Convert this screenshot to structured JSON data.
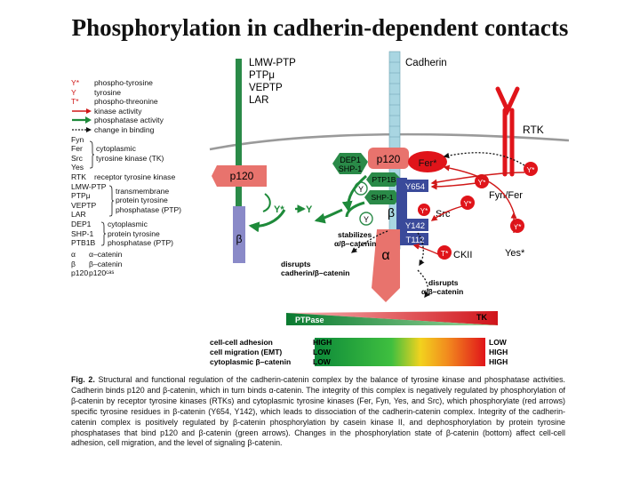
{
  "slide_title": "Phosphorylation in cadherin-dependent contacts",
  "legend": {
    "keys": [
      {
        "key": "Y*",
        "text": "phospho-tyrosine",
        "color": "#d01818"
      },
      {
        "key": "Y",
        "text": "tyrosine",
        "color": "#d01818"
      },
      {
        "key": "T*",
        "text": "phospho-threonine",
        "color": "#d01818"
      }
    ],
    "arrows": [
      {
        "text": "kinase activity",
        "color": "#d01818"
      },
      {
        "text": "phosphatase activity",
        "color": "#1e8a3a"
      },
      {
        "text": "change in binding",
        "color": "#111111"
      }
    ],
    "tyrosine_kinases": {
      "members": [
        "Fyn",
        "Fer",
        "Src",
        "Yes"
      ],
      "line1": "cytoplasmic",
      "line2": "tyrosine kinase (TK)"
    },
    "rtk": {
      "key": "RTK",
      "text": "receptor tyrosine kinase"
    },
    "transmembrane_ptp": {
      "members": [
        "LMW-PTP",
        "PTPμ",
        "VEPTP",
        "LAR"
      ],
      "line1": "transmembrane",
      "line2": "protein tyrosine",
      "line3": "phosphatase (PTP)"
    },
    "cytoplasmic_ptp": {
      "members": [
        "DEP1",
        "SHP-1",
        "PTB1B"
      ],
      "line1": "cytoplasmic",
      "line2": "protein tyrosine",
      "line3": "phosphatase (PTP)"
    },
    "abbrev": [
      {
        "key": "α",
        "text": "α–catenin"
      },
      {
        "key": "β",
        "text": "β–catenin"
      },
      {
        "key": "p120",
        "text": "p120ᶜᵃˢ"
      }
    ]
  },
  "diagram": {
    "ptp_receptor_labels": [
      "LMW-PTP",
      "PTPμ",
      "VEPTP",
      "LAR"
    ],
    "cadherin": "Cadherin",
    "rtk": "RTK",
    "p120_membrane": "p120",
    "beta_membrane": "β",
    "p120_complex": "p120",
    "fer": "Fer*",
    "dep_shp": [
      "DEP1",
      "SHP-1"
    ],
    "ptp1b": "PTP1B",
    "shp1": "SHP-1",
    "y654": "Y654",
    "y142": "Y142",
    "t112": "T112",
    "beta_complex": "β",
    "alpha": "α",
    "y_star": "Y*",
    "y": "Y",
    "t_star": "T*",
    "fyn_fer": "Fyn/Fer",
    "src": "Src",
    "ckii": "CKII",
    "yes": "Yes*",
    "stabilizes": [
      "stabilizes",
      "α/β–catenin"
    ],
    "disrupts_cadherin": [
      "disrupts",
      "cadherin/β–catenin"
    ],
    "disrupts_alpha": [
      "disrupts",
      "α/β–catenin"
    ]
  },
  "gradient": {
    "ptpase": "PTPase",
    "tk": "TK",
    "rows": [
      {
        "label": "cell-cell adhesion",
        "left": "HIGH",
        "right": "LOW"
      },
      {
        "label": "cell migration (EMT)",
        "left": "LOW",
        "right": "HIGH"
      },
      {
        "label": "cytoplasmic β–catenin",
        "left": "LOW",
        "right": "HIGH"
      }
    ]
  },
  "caption": {
    "fig": "Fig. 2.",
    "text": "Structural and functional regulation of the cadherin-catenin complex by the balance of tyrosine kinase and phosphatase activities. Cadherin binds p120 and β-catenin, which in turn binds α-catenin. The integrity of this complex is negatively regulated by phosphorylation of β-catenin by receptor tyrosine kinases (RTKs) and cytoplasmic tyrosine kinases (Fer, Fyn, Yes, and Src), which phosphorylate (red arrows) specific tyrosine residues in β-catenin (Y654, Y142), which leads to dissociation of the cadherin-catenin complex. Integrity of the cadherin-catenin complex is positively regulated by β-catenin phosphorylation by casein kinase II, and dephosphorylation by protein tyrosine phosphatases that bind p120 and β-catenin (green arrows). Changes in the phosphorylation state of β-catenin (bottom) affect cell-cell adhesion, cell migration, and the level of signaling β-catenin."
  },
  "colors": {
    "kinase": "#d01818",
    "phosphatase": "#1e8a3a",
    "cadherin": "#a9d6e2",
    "p120": "#e8736d",
    "beta": "#3a4a9a",
    "alpha": "#e8736d",
    "receptor_ptp": "#2a8a48",
    "membrane_p120": "#8a8ac8"
  }
}
